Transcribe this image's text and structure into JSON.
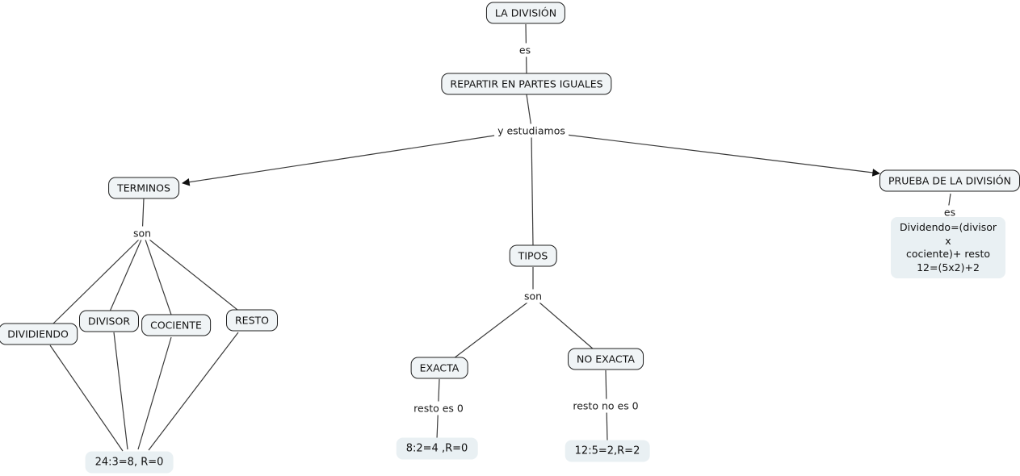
{
  "nodes": {
    "la_division": "LA DIVISIÓN",
    "repartir": "REPARTIR EN PARTES IGUALES",
    "terminos": "TERMINOS",
    "tipos": "TIPOS",
    "prueba": "PRUEBA DE LA DIVISIÓN",
    "dividiendo": "DIVIDIENDO",
    "divisor": "DIVISOR",
    "cociente": "COCIENTE",
    "resto": "RESTO",
    "exacta": "EXACTA",
    "no_exacta": "NO EXACTA",
    "ejemplo_terminos": "24:3=8, R=0",
    "ejemplo_exacta": "8:2=4 ,R=0",
    "ejemplo_no_exacta": "12:5=2,R=2",
    "prueba_formula": {
      "line1": "Dividendo=(divisor x",
      "line2": "cociente)+ resto",
      "line3": "12=(5x2)+2"
    }
  },
  "link_labels": {
    "es_top": "es",
    "y_estudiamos": "y estudiamos",
    "son_terminos": "son",
    "son_tipos": "son",
    "resto_es_0": "resto es 0",
    "resto_no_es_0": "resto no es 0",
    "es_prueba": "es"
  },
  "colors": {
    "background": "#ffffff",
    "node_fill": "#f0f4f6",
    "node_border": "#1f1f1f",
    "leaf_fill": "#e9f0f3",
    "line": "#3a3a3a",
    "arrowhead": "#111111",
    "text": "#111111"
  }
}
